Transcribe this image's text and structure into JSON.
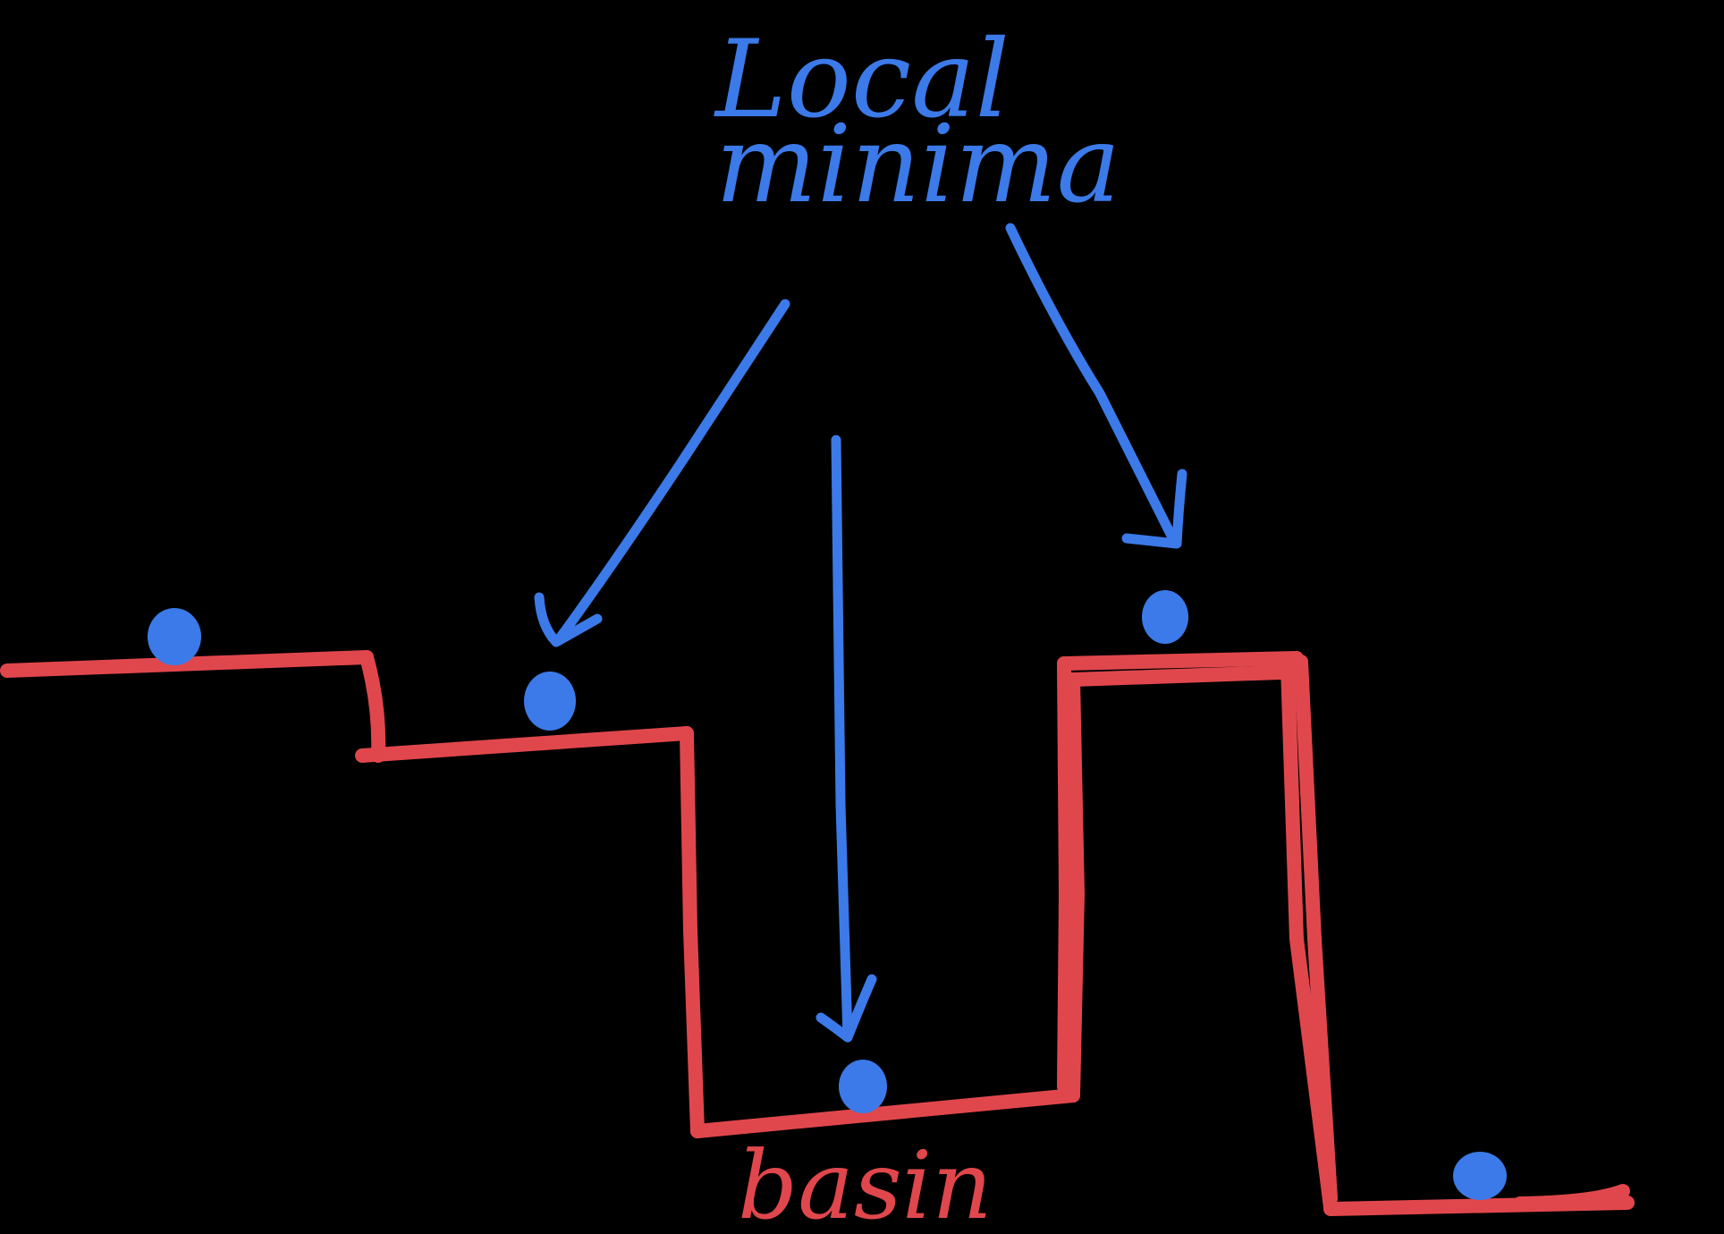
{
  "annotation": {
    "line1": "Local",
    "line2": "minima"
  },
  "basin_label": "basin",
  "colors": {
    "background": "#000000",
    "terrain": "#e0474c",
    "annotation": "#3b7ae8",
    "ball": "#3b7ae8"
  },
  "terrain": {
    "description_kind": "step-profile",
    "levels": [
      "high-left-plateau",
      "middle-step",
      "basin-floor",
      "right-plateau",
      "low-right-floor"
    ]
  },
  "balls": [
    "ball-left-plateau",
    "ball-middle-step",
    "ball-basin",
    "ball-right-plateau",
    "ball-low-right"
  ],
  "arrows": [
    "arrow-to-middle-step",
    "arrow-to-basin",
    "arrow-to-right-plateau"
  ]
}
